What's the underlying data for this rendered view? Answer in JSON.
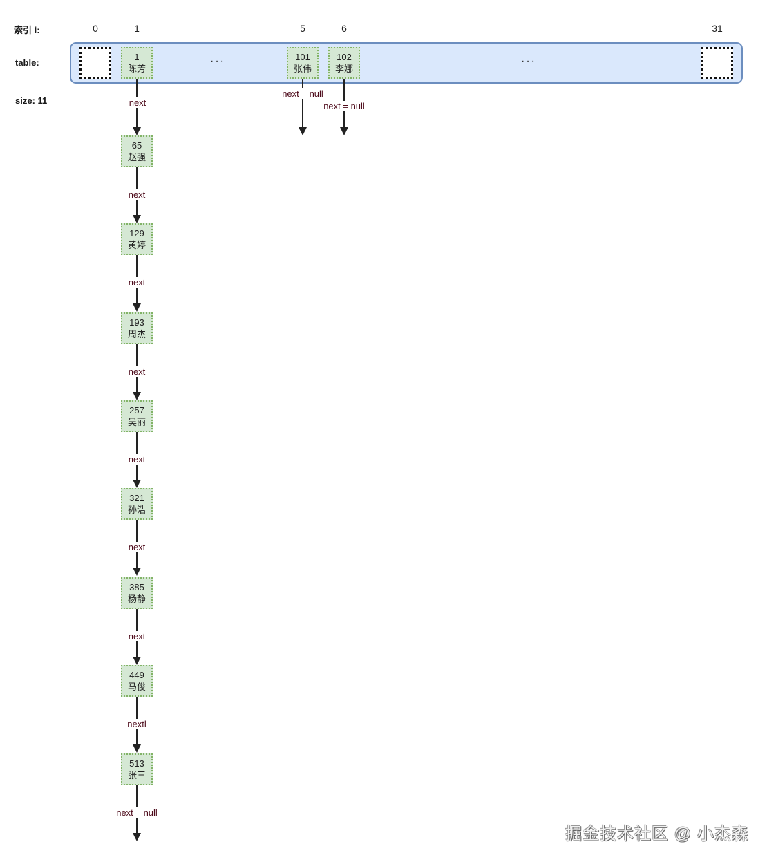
{
  "labels": {
    "index": "索引 i:",
    "table": "table:",
    "size": "size: 11"
  },
  "indices": [
    "0",
    "1",
    "5",
    "6",
    "31"
  ],
  "ellipsis": [
    "···",
    "···"
  ],
  "table_nodes": {
    "slot1": {
      "key": "1",
      "name": "陈芳"
    },
    "slot5": {
      "key": "101",
      "name": "张伟"
    },
    "slot6": {
      "key": "102",
      "name": "李娜"
    }
  },
  "chain": [
    {
      "key": "65",
      "name": "赵强"
    },
    {
      "key": "129",
      "name": "黄婷"
    },
    {
      "key": "193",
      "name": "周杰"
    },
    {
      "key": "257",
      "name": "吴丽"
    },
    {
      "key": "321",
      "name": "孙浩"
    },
    {
      "key": "385",
      "name": "杨静"
    },
    {
      "key": "449",
      "name": "马俊"
    },
    {
      "key": "513",
      "name": "张三"
    }
  ],
  "edge_labels": {
    "slot1_next": "next",
    "chain": [
      "next",
      "next",
      "next",
      "next",
      "next",
      "next",
      "nextl",
      "next = null"
    ],
    "slot5_next": "next = null",
    "slot6_next": "next = null"
  },
  "watermark": "掘金技术社区 @ 小杰森",
  "colors": {
    "table_fill": "#dae8fc",
    "table_border": "#6c8ebf",
    "node_fill": "#d5e8d4",
    "node_border": "#82b366",
    "edge_label": "#4d0a1a"
  }
}
